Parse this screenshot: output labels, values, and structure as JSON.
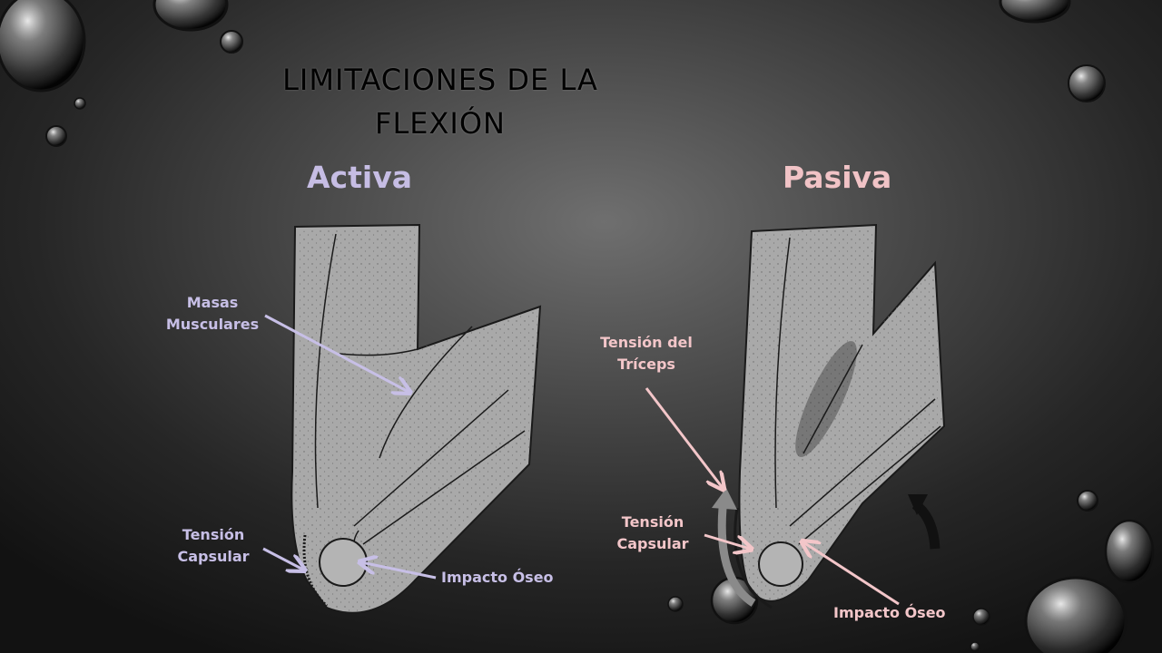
{
  "slide": {
    "title_line1": "LIMITACIONES DE LA",
    "title_line2": "FLEXIÓN"
  },
  "panels": {
    "activa": {
      "heading": "Activa",
      "labels": {
        "masas_line1": "Masas",
        "masas_line2": "Musculares",
        "tension_line1": "Tensión",
        "tension_line2": "Capsular",
        "impacto": "Impacto Óseo"
      }
    },
    "pasiva": {
      "heading": "Pasiva",
      "labels": {
        "triceps_line1": "Tensión del",
        "triceps_line2": "Tríceps",
        "tension_line1": "Tensión",
        "tension_line2": "Capsular",
        "impacto": "Impacto Óseo"
      }
    }
  },
  "colors": {
    "activa_accent": "#c6bde4",
    "pasiva_accent": "#f1c3c6",
    "illustration_fill": "#a9a9a9",
    "ink": "#1a1a1a",
    "title": "#000000"
  },
  "icons": [
    "water-droplet-icon",
    "curved-arrow-icon"
  ]
}
